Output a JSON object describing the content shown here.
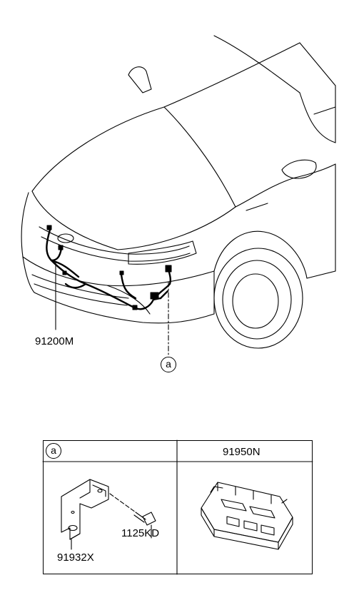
{
  "callout": {
    "letter": "a"
  },
  "labels": {
    "harness": "91200M",
    "bracket": "91932X",
    "bolt": "1125KD",
    "module": "91950N"
  },
  "table": {
    "header_left": "a",
    "header_right": "91950N"
  },
  "colors": {
    "line": "#000000",
    "background": "#ffffff"
  }
}
